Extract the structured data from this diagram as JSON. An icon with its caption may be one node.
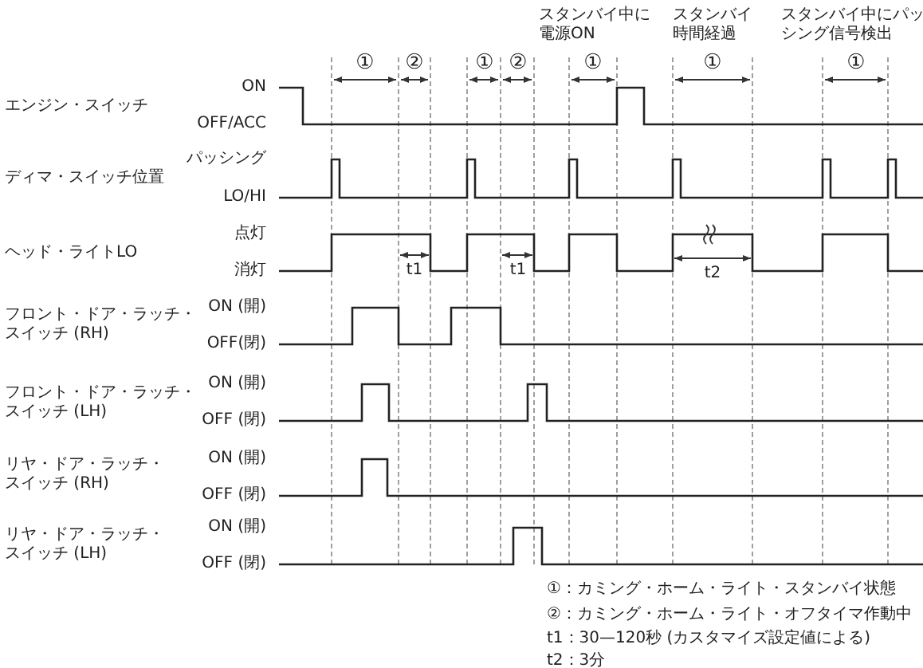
{
  "diagram": {
    "labels": [
      "スタンバイ中に電源ON",
      "スタンバイ時間経過",
      "スタンバイ中にパッシング信号検出",
      "①",
      "②",
      "①",
      "②",
      "①",
      "①",
      "①",
      "エンジン・スイッチ",
      "ON",
      "OFF/ACC",
      "ディマ・スイッチ位置",
      "パッシング",
      "LO/HI",
      "ヘッド・ライトLO",
      "点灯",
      "消灯",
      "t1",
      "t1",
      "t2",
      "フロント・ドア・ラッチ・スイッチ (RH)",
      "ON (開)",
      "OFF(閉)",
      "フロント・ドア・ラッチ・スイッチ (LH)",
      "ON (開)",
      "OFF (閉)",
      "リヤ・ドア・ラッチ・スイッチ (RH)",
      "ON (開)",
      "OFF (閉)",
      "リヤ・ドア・ラッチ・スイッチ (LH)",
      "ON (開)",
      "OFF (閉)",
      "①：カミング・ホーム・ライト・スタンバイ状態",
      "②：カミング・ホーム・ライト・オフタイマ作動中",
      "t1：30—120秒 (カスタマイズ設定値による)",
      "t2：3分"
    ]
  }
}
